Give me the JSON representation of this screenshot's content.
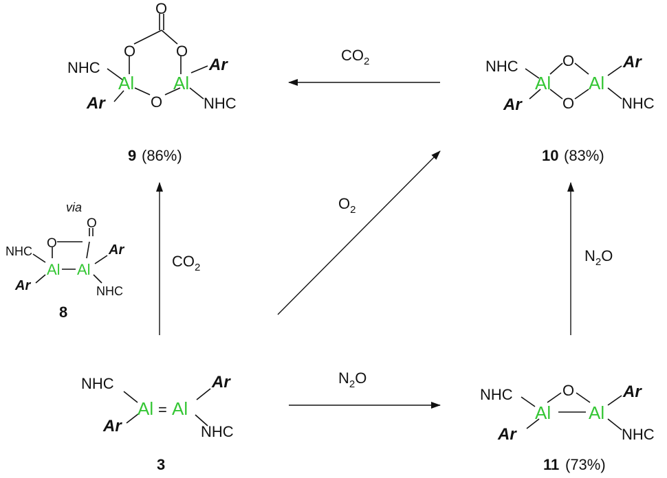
{
  "compounds": {
    "c9": {
      "number": "9",
      "yield": "(86%)",
      "nhc": "NHC",
      "al": "Al",
      "ar": "Ar",
      "o": "O"
    },
    "c10": {
      "number": "10",
      "yield": "(83%)",
      "nhc": "NHC",
      "al": "Al",
      "ar": "Ar",
      "o": "O"
    },
    "c8": {
      "via": "via",
      "number": "8",
      "nhc": "NHC",
      "al": "Al",
      "ar": "Ar",
      "o": "O"
    },
    "c3": {
      "number": "3",
      "nhc": "NHC",
      "al": "Al",
      "ar": "Ar",
      "double_bond": "="
    },
    "c11": {
      "number": "11",
      "yield": "(73%)",
      "nhc": "NHC",
      "al": "Al",
      "ar": "Ar",
      "o": "O"
    }
  },
  "reagents": {
    "co2_top": {
      "main": "CO",
      "sub": "2"
    },
    "co2_left": {
      "main": "CO",
      "sub": "2"
    },
    "o2_diag": {
      "main": "O",
      "sub": "2"
    },
    "n2o_right": {
      "main": "N",
      "sub": "2",
      "tail": "O"
    },
    "n2o_bottom": {
      "main": "N",
      "sub": "2",
      "tail": "O"
    }
  },
  "colors": {
    "aluminium": "#34c634",
    "ink": "#111111"
  }
}
